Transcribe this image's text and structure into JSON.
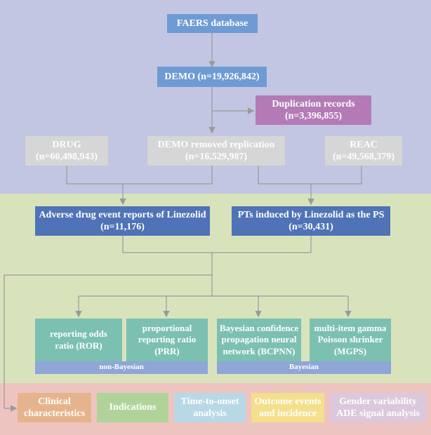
{
  "colors": {
    "top_band": "#c2c6e2",
    "middle_band": "#d8e3bc",
    "bottom_band": "#eec4c0",
    "arrow": "#9a9a9a"
  },
  "nodes": {
    "faers": "FAERS database",
    "demo": "DEMO (n=19,926,842)",
    "duplication": [
      "Duplication records",
      "(n=3,396,855)"
    ],
    "drug": [
      "DRUG",
      "(n=60,498,943)"
    ],
    "demo_removed": [
      "DEMO removed replication",
      "(n=16,529,987)"
    ],
    "reac": [
      "REAC",
      "(n=49,568,379)"
    ],
    "adverse_reports": [
      "Adverse drug event reports of Linezolid",
      "(n=11,176)"
    ],
    "pts_induced": [
      "PTs induced by Linezolid as the PS",
      "(n=30,431)"
    ],
    "ror": [
      "reporting odds",
      "ratio (ROR)"
    ],
    "prr": [
      "proportional",
      "reporting ratio",
      "(PRR)"
    ],
    "bcpnn": [
      "Bayesian confidence",
      "propagation neural",
      "network (BCPNN)"
    ],
    "mgps": [
      "multi-item gamma",
      "Poisson shrinker",
      "(MGPS)"
    ],
    "non_bayesian": "non-Bayesian",
    "bayesian": "Bayesian"
  },
  "analyses": [
    {
      "lines": [
        "Clinical",
        "characteristics"
      ],
      "color": "#e6b48c"
    },
    {
      "lines": [
        "Indications"
      ],
      "color": "#b0d39a"
    },
    {
      "lines": [
        "Time-to-onset",
        "analysis"
      ],
      "color": "#b8d8e6"
    },
    {
      "lines": [
        "Outcome events",
        "and incidence"
      ],
      "color": "#f4df8c"
    },
    {
      "lines": [
        "Gender variability",
        "ADE signal analysis"
      ],
      "color": "#dcc8dc"
    }
  ]
}
